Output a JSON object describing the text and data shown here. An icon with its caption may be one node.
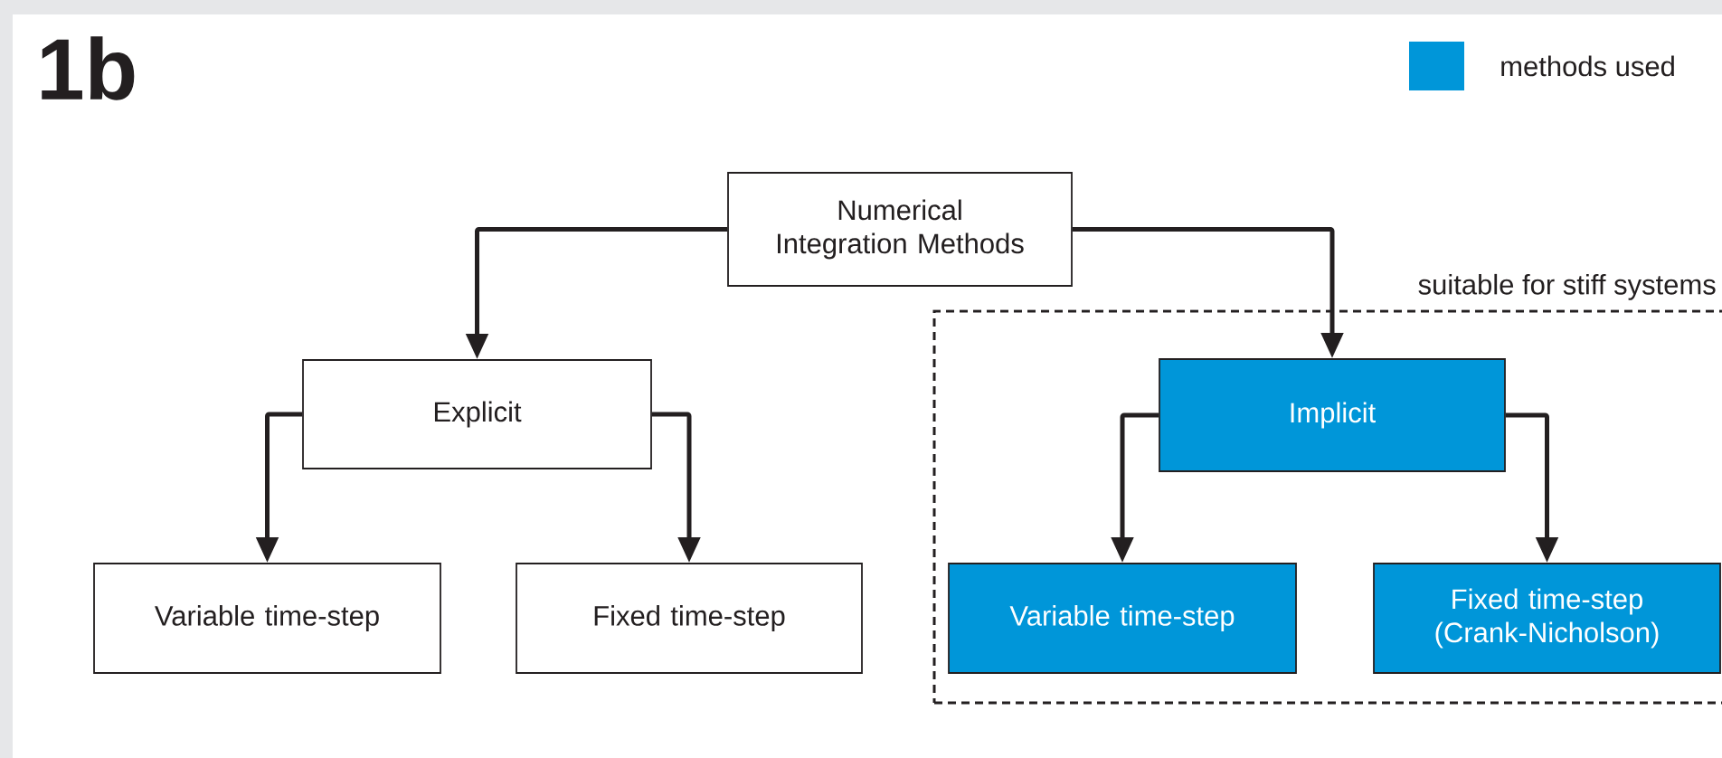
{
  "diagram": {
    "title": "1b",
    "nodes": [
      {
        "text": [
          "Numerical Integration Methods"
        ]
      },
      {
        "text": [
          "Explicit"
        ]
      },
      {
        "text": [
          "suitable for stiff systems"
        ]
      },
      {
        "text": [
          "Implicit"
        ],
        "in": 2
      },
      {
        "text": [
          "Variable time-step"
        ]
      },
      {
        "text": [
          "Fixed time-step"
        ]
      },
      {
        "text": [
          "Variable time-step"
        ],
        "in": 2
      },
      {
        "text": [
          "Fixed time-step (Crank-Nicholson)"
        ],
        "in": 2
      }
    ],
    "edges": [
      {
        "from": 0,
        "to": 1,
        "arrow": "to"
      },
      {
        "from": 0,
        "to": 3,
        "arrow": "to"
      },
      {
        "from": 1,
        "to": 4,
        "arrow": "to"
      },
      {
        "from": 1,
        "to": 5,
        "arrow": "to"
      },
      {
        "from": 3,
        "to": 6,
        "arrow": "to"
      },
      {
        "from": 3,
        "to": 7,
        "arrow": "to"
      }
    ],
    "legend": [
      {
        "text": "methods used",
        "color": "#0096d9"
      }
    ]
  }
}
